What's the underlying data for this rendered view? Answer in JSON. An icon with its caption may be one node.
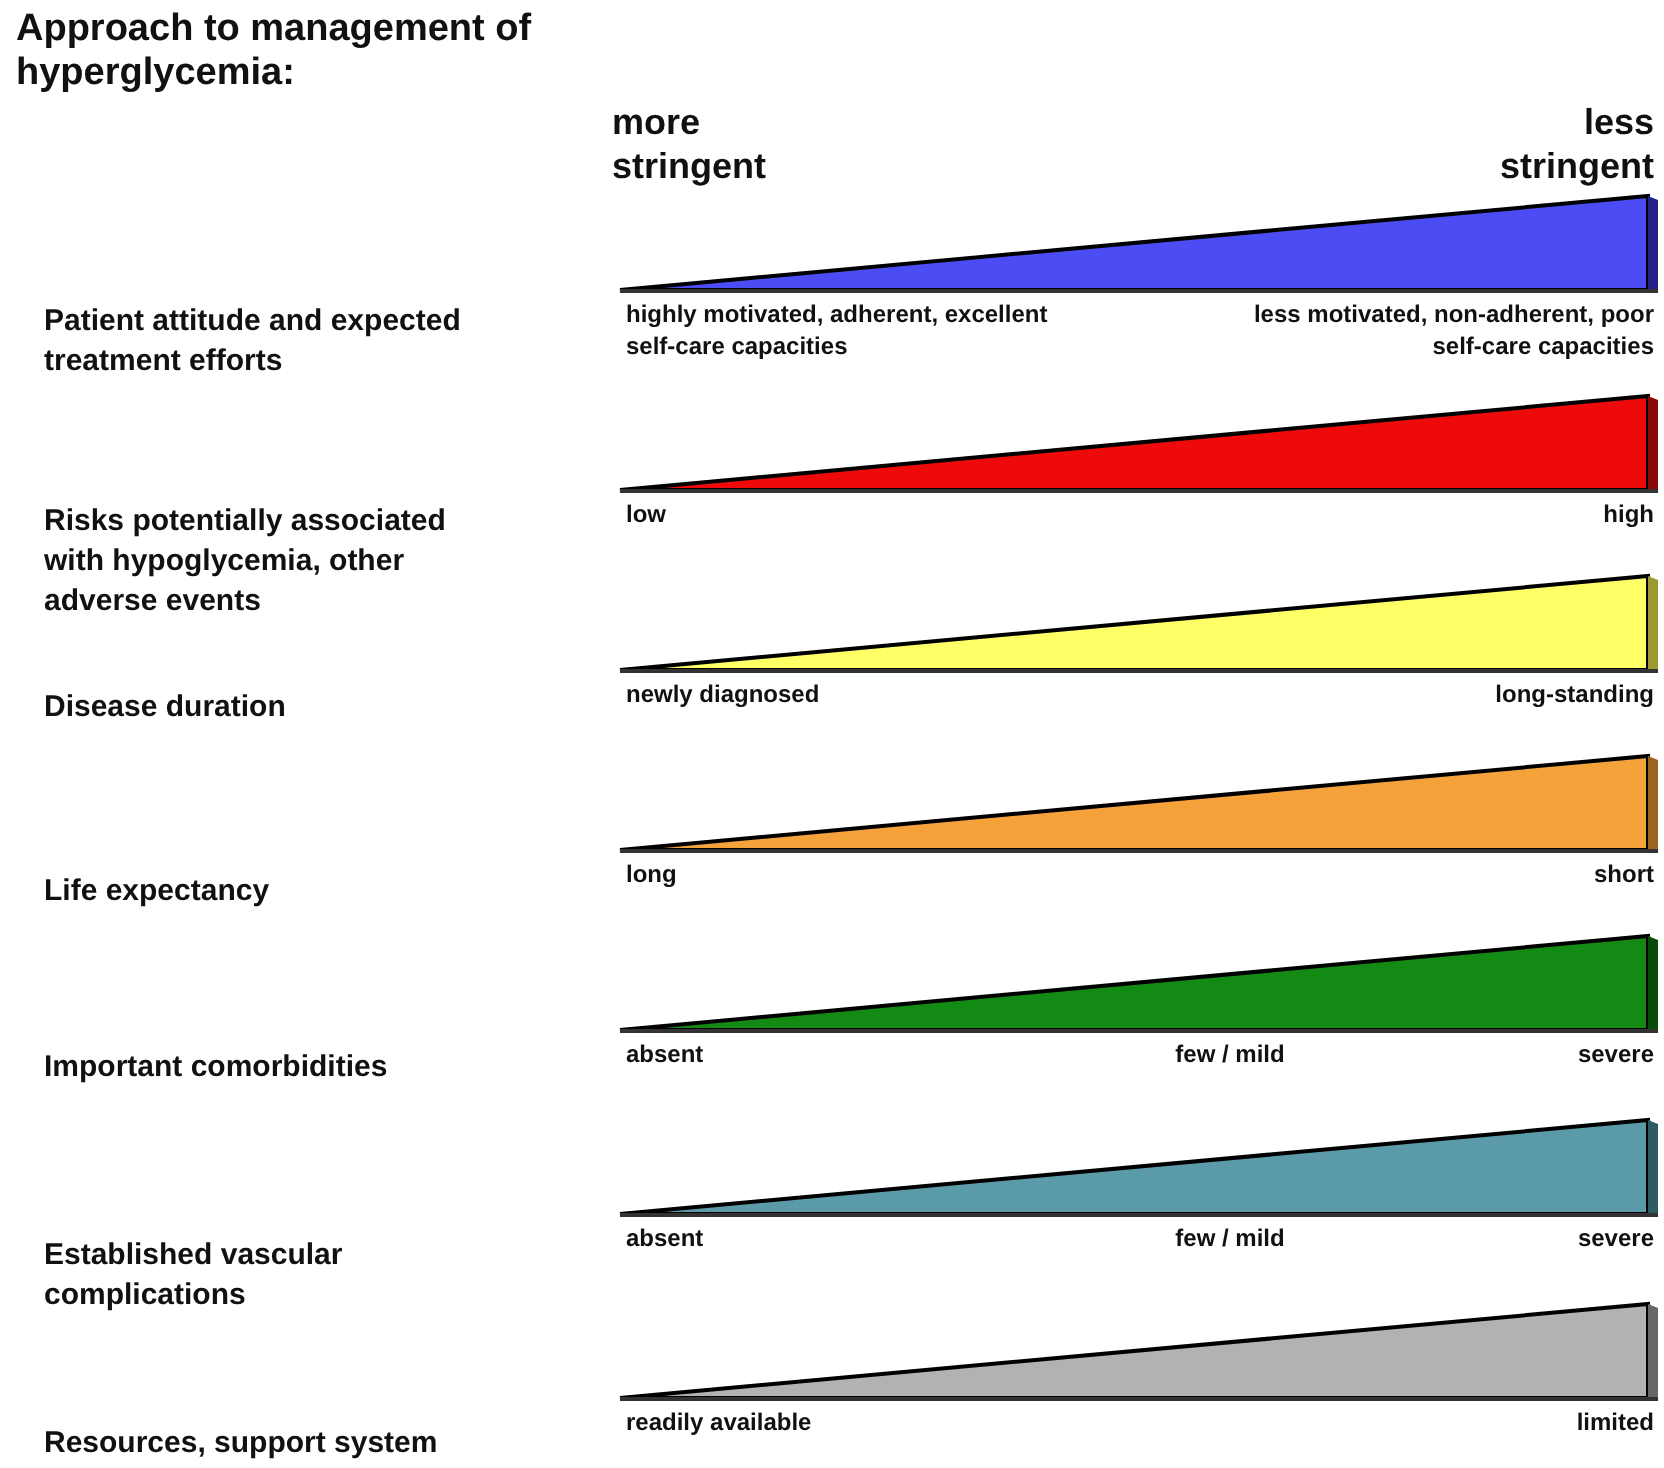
{
  "diagram": {
    "title": "Approach to management of hyperglycemia:",
    "nodes": [
      {
        "text": [],
        "shape": "triangle",
        "beside": [
          "highly motivated, adherent, excellent self-care capacities",
          "less motivated, non-adherent, poor self-care capacities"
        ]
      },
      {
        "text": [],
        "shape": "triangle",
        "beside": [
          "low",
          "high"
        ]
      },
      {
        "text": [],
        "shape": "triangle",
        "beside": [
          "newly diagnosed",
          "long-standing"
        ]
      },
      {
        "text": [],
        "shape": "triangle",
        "beside": [
          "long",
          "short"
        ]
      },
      {
        "text": [],
        "shape": "triangle",
        "beside": [
          "absent",
          "few / mild",
          "severe"
        ]
      },
      {
        "text": [],
        "shape": "triangle",
        "beside": [
          "absent",
          "few / mild",
          "severe"
        ]
      },
      {
        "text": [],
        "shape": "triangle",
        "beside": [
          "readily available",
          "limited"
        ]
      }
    ],
    "labels": [
      "more stringent",
      "less stringent",
      "Patient attitude and expected treatment efforts",
      "Risks potentially associated with hypoglycemia, other adverse events",
      "Disease duration",
      "Life expectancy",
      "Important comorbidities",
      "Established vascular complications",
      "Resources, support system"
    ]
  }
}
